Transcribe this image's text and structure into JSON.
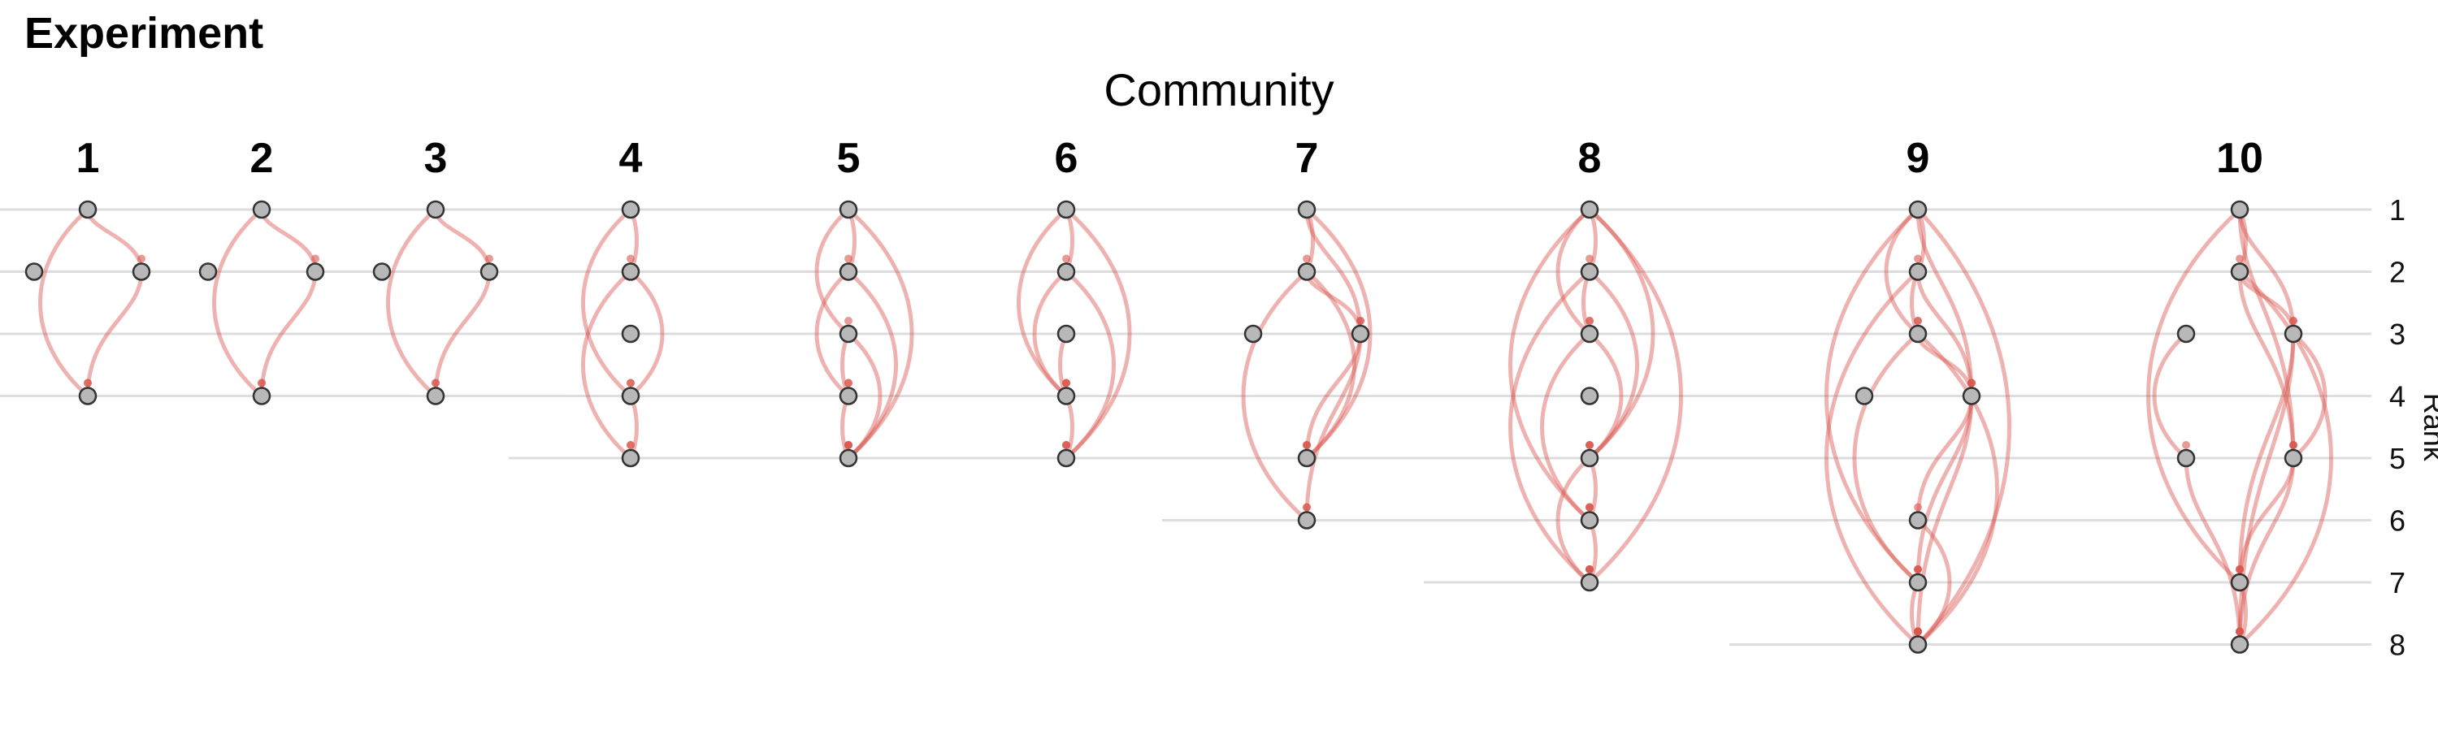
{
  "title": "Experiment",
  "chart_data": {
    "type": "arc-rank-network",
    "title": "Experiment",
    "xlabel": "Community",
    "ylabel": "Rank",
    "y_ticks": [
      1,
      2,
      3,
      4,
      5,
      6,
      7,
      8
    ],
    "ylim": [
      1,
      8
    ],
    "y_axis_position": "right",
    "grid": "horizontal lines at ranks within each community",
    "colors": {
      "edge": "#d9574f",
      "node_fill": "#b8b8b8",
      "node_stroke": "#333333",
      "grid": "#dddddd"
    },
    "communities": [
      {
        "community": "1",
        "nodes": [
          {
            "rank": 1,
            "x": 0
          },
          {
            "rank": 2,
            "x": -1
          },
          {
            "rank": 2,
            "x": 1
          },
          {
            "rank": 4,
            "x": 0
          }
        ],
        "edges": [
          {
            "from": 0,
            "to": 2
          },
          {
            "from": 0,
            "to": 3
          },
          {
            "from": 2,
            "to": 3
          }
        ]
      },
      {
        "community": "2",
        "nodes": [
          {
            "rank": 1,
            "x": 0
          },
          {
            "rank": 2,
            "x": -1
          },
          {
            "rank": 2,
            "x": 1
          },
          {
            "rank": 4,
            "x": 0
          }
        ],
        "edges": [
          {
            "from": 0,
            "to": 2
          },
          {
            "from": 0,
            "to": 3
          },
          {
            "from": 2,
            "to": 3
          }
        ]
      },
      {
        "community": "3",
        "nodes": [
          {
            "rank": 1,
            "x": 0
          },
          {
            "rank": 2,
            "x": -1
          },
          {
            "rank": 2,
            "x": 1
          },
          {
            "rank": 4,
            "x": 0
          }
        ],
        "edges": [
          {
            "from": 0,
            "to": 2
          },
          {
            "from": 0,
            "to": 3
          },
          {
            "from": 2,
            "to": 3
          }
        ]
      },
      {
        "community": "4",
        "nodes": [
          {
            "rank": 1,
            "x": 0
          },
          {
            "rank": 2,
            "x": 0
          },
          {
            "rank": 3,
            "x": 0
          },
          {
            "rank": 4,
            "x": 0
          },
          {
            "rank": 5,
            "x": 0
          }
        ],
        "edges": [
          {
            "from": 0,
            "to": 1
          },
          {
            "from": 0,
            "to": 3
          },
          {
            "from": 1,
            "to": 3
          },
          {
            "from": 1,
            "to": 4
          },
          {
            "from": 3,
            "to": 4
          }
        ]
      },
      {
        "community": "5",
        "nodes": [
          {
            "rank": 1,
            "x": 0
          },
          {
            "rank": 2,
            "x": 0
          },
          {
            "rank": 3,
            "x": 0
          },
          {
            "rank": 4,
            "x": 0
          },
          {
            "rank": 5,
            "x": 0
          }
        ],
        "edges": [
          {
            "from": 0,
            "to": 1
          },
          {
            "from": 0,
            "to": 2
          },
          {
            "from": 0,
            "to": 4
          },
          {
            "from": 1,
            "to": 3
          },
          {
            "from": 1,
            "to": 4
          },
          {
            "from": 2,
            "to": 3
          },
          {
            "from": 2,
            "to": 4
          },
          {
            "from": 3,
            "to": 4
          }
        ]
      },
      {
        "community": "6",
        "nodes": [
          {
            "rank": 1,
            "x": 0
          },
          {
            "rank": 2,
            "x": 0
          },
          {
            "rank": 3,
            "x": 0
          },
          {
            "rank": 4,
            "x": 0
          },
          {
            "rank": 5,
            "x": 0
          }
        ],
        "edges": [
          {
            "from": 0,
            "to": 1
          },
          {
            "from": 0,
            "to": 3
          },
          {
            "from": 0,
            "to": 4
          },
          {
            "from": 1,
            "to": 3
          },
          {
            "from": 1,
            "to": 4
          },
          {
            "from": 2,
            "to": 3
          },
          {
            "from": 3,
            "to": 4
          }
        ]
      },
      {
        "community": "7",
        "nodes": [
          {
            "rank": 1,
            "x": 0
          },
          {
            "rank": 2,
            "x": 0
          },
          {
            "rank": 3,
            "x": -1
          },
          {
            "rank": 3,
            "x": 1
          },
          {
            "rank": 5,
            "x": 0
          },
          {
            "rank": 6,
            "x": 0
          }
        ],
        "edges": [
          {
            "from": 0,
            "to": 1
          },
          {
            "from": 0,
            "to": 3
          },
          {
            "from": 0,
            "to": 4
          },
          {
            "from": 1,
            "to": 3
          },
          {
            "from": 1,
            "to": 4
          },
          {
            "from": 1,
            "to": 5
          },
          {
            "from": 3,
            "to": 4
          },
          {
            "from": 3,
            "to": 5
          }
        ]
      },
      {
        "community": "8",
        "nodes": [
          {
            "rank": 1,
            "x": 0
          },
          {
            "rank": 2,
            "x": 0
          },
          {
            "rank": 3,
            "x": 0
          },
          {
            "rank": 4,
            "x": 0
          },
          {
            "rank": 5,
            "x": 0
          },
          {
            "rank": 6,
            "x": 0
          },
          {
            "rank": 7,
            "x": 0
          }
        ],
        "edges": [
          {
            "from": 0,
            "to": 1
          },
          {
            "from": 0,
            "to": 2
          },
          {
            "from": 0,
            "to": 4
          },
          {
            "from": 0,
            "to": 5
          },
          {
            "from": 0,
            "to": 6
          },
          {
            "from": 1,
            "to": 2
          },
          {
            "from": 1,
            "to": 4
          },
          {
            "from": 1,
            "to": 6
          },
          {
            "from": 2,
            "to": 4
          },
          {
            "from": 2,
            "to": 5
          },
          {
            "from": 4,
            "to": 5
          },
          {
            "from": 4,
            "to": 6
          },
          {
            "from": 5,
            "to": 6
          }
        ]
      },
      {
        "community": "9",
        "nodes": [
          {
            "rank": 1,
            "x": 0
          },
          {
            "rank": 2,
            "x": 0
          },
          {
            "rank": 3,
            "x": 0
          },
          {
            "rank": 4,
            "x": -1
          },
          {
            "rank": 4,
            "x": 1
          },
          {
            "rank": 6,
            "x": 0
          },
          {
            "rank": 7,
            "x": 0
          },
          {
            "rank": 8,
            "x": 0
          }
        ],
        "edges": [
          {
            "from": 0,
            "to": 1
          },
          {
            "from": 0,
            "to": 2
          },
          {
            "from": 0,
            "to": 4
          },
          {
            "from": 0,
            "to": 6
          },
          {
            "from": 0,
            "to": 7
          },
          {
            "from": 1,
            "to": 2
          },
          {
            "from": 1,
            "to": 4
          },
          {
            "from": 1,
            "to": 7
          },
          {
            "from": 2,
            "to": 4
          },
          {
            "from": 2,
            "to": 6
          },
          {
            "from": 2,
            "to": 7
          },
          {
            "from": 4,
            "to": 5
          },
          {
            "from": 4,
            "to": 6
          },
          {
            "from": 4,
            "to": 7
          },
          {
            "from": 5,
            "to": 7
          },
          {
            "from": 6,
            "to": 7
          }
        ]
      },
      {
        "community": "10",
        "nodes": [
          {
            "rank": 1,
            "x": 0
          },
          {
            "rank": 2,
            "x": 0
          },
          {
            "rank": 3,
            "x": -1
          },
          {
            "rank": 3,
            "x": 1
          },
          {
            "rank": 5,
            "x": -1
          },
          {
            "rank": 5,
            "x": 1
          },
          {
            "rank": 7,
            "x": 0
          },
          {
            "rank": 8,
            "x": 0
          }
        ],
        "edges": [
          {
            "from": 0,
            "to": 1
          },
          {
            "from": 0,
            "to": 3
          },
          {
            "from": 0,
            "to": 5
          },
          {
            "from": 0,
            "to": 6
          },
          {
            "from": 1,
            "to": 3
          },
          {
            "from": 1,
            "to": 5
          },
          {
            "from": 1,
            "to": 7
          },
          {
            "from": 2,
            "to": 4
          },
          {
            "from": 3,
            "to": 5
          },
          {
            "from": 3,
            "to": 6
          },
          {
            "from": 3,
            "to": 7
          },
          {
            "from": 4,
            "to": 7
          },
          {
            "from": 5,
            "to": 6
          },
          {
            "from": 5,
            "to": 7
          },
          {
            "from": 6,
            "to": 7
          }
        ]
      }
    ]
  }
}
